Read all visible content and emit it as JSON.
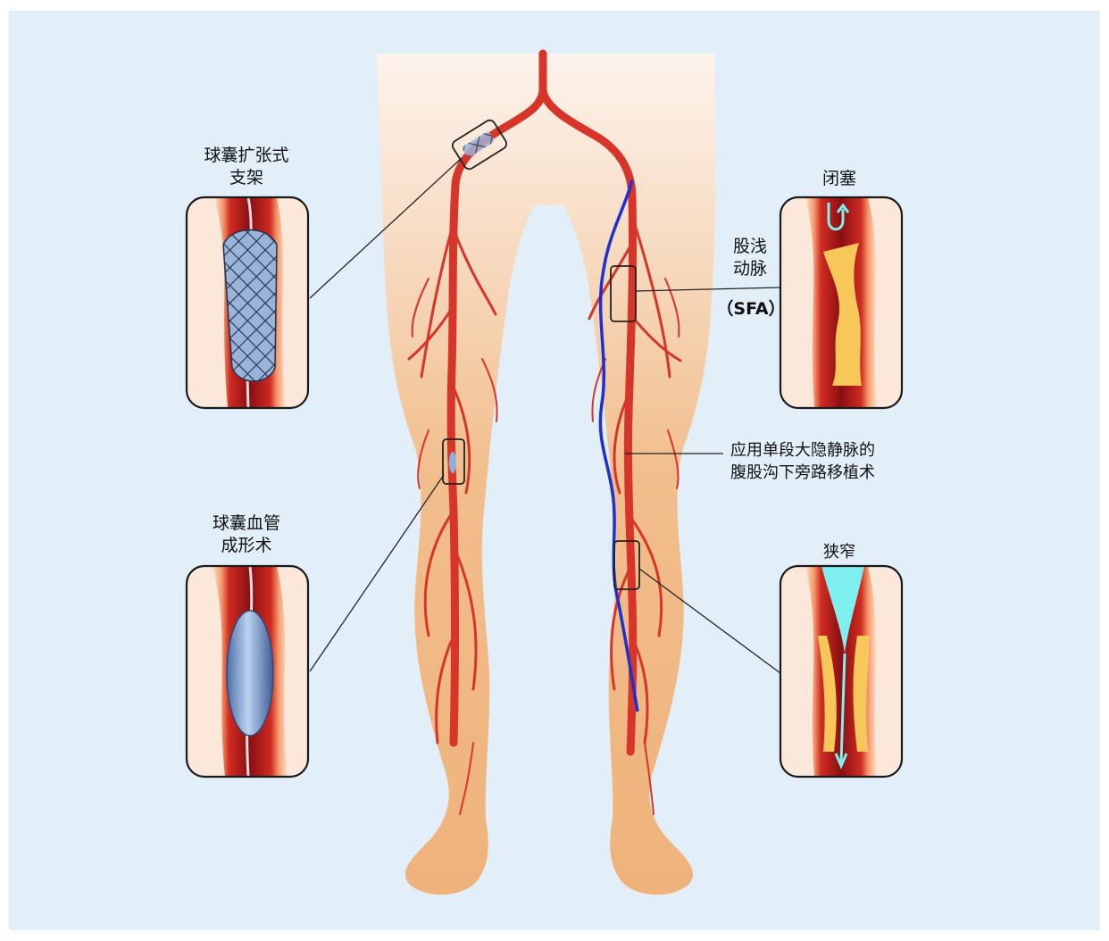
{
  "labels": {
    "stent_line1": "球囊扩张式",
    "stent_line2": "支架",
    "angioplasty_line1": "球囊血管",
    "angioplasty_line2": "成形术",
    "occlusion": "闭塞",
    "sfa_line1": "股浅",
    "sfa_line2": "动脉",
    "sfa_abbr": "（SFA）",
    "bypass_line1": "应用单段大隐静脉的",
    "bypass_line2": "腹股沟下旁路移植术",
    "stenosis": "狭窄"
  },
  "colors": {
    "background": "#e3eff8",
    "skin": "#f1b986",
    "artery": "#d8352a",
    "vein_graft": "#1f2fd0",
    "plaque": "#f7c75a",
    "lumen_open": "#7ff0ef",
    "device": "#8fb0dd"
  }
}
